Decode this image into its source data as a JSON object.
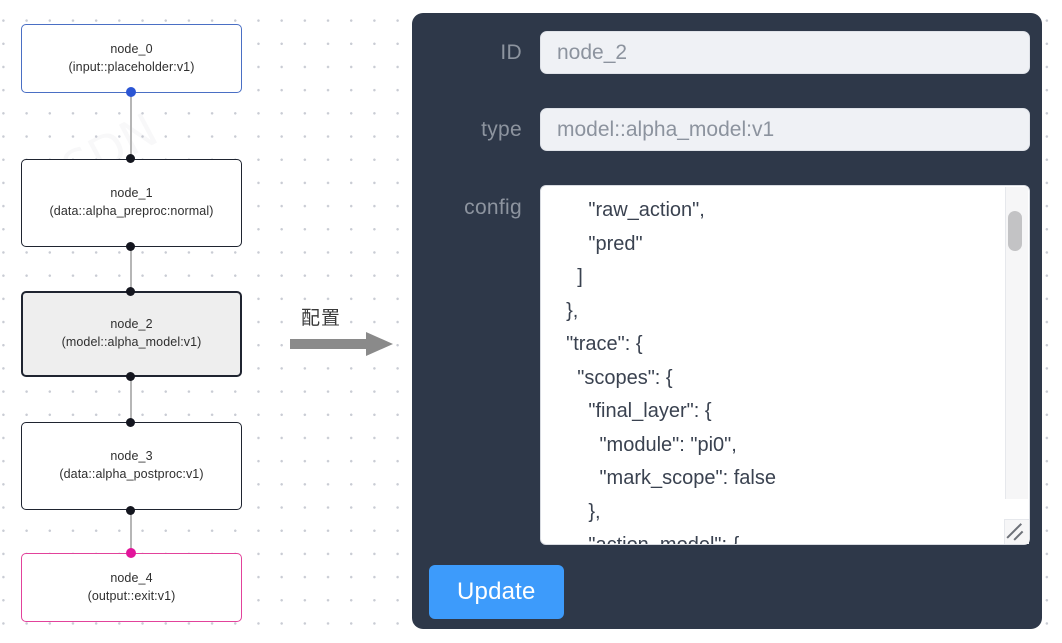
{
  "graph": {
    "nodes": [
      {
        "id": "node_0",
        "label": "node_0\n(input::placeholder:v1)",
        "kind": "input",
        "selected": false
      },
      {
        "id": "node_1",
        "label": "node_1\n(data::alpha_preproc:normal)",
        "kind": "default",
        "selected": false
      },
      {
        "id": "node_2",
        "label": "node_2\n(model::alpha_model:v1)",
        "kind": "default",
        "selected": true
      },
      {
        "id": "node_3",
        "label": "node_3\n(data::alpha_postproc:v1)",
        "kind": "default",
        "selected": false
      },
      {
        "id": "node_4",
        "label": "node_4\n(output::exit:v1)",
        "kind": "output",
        "selected": false
      }
    ],
    "edges": [
      {
        "from": "node_0",
        "to": "node_1"
      },
      {
        "from": "node_1",
        "to": "node_2"
      },
      {
        "from": "node_2",
        "to": "node_3"
      },
      {
        "from": "node_3",
        "to": "node_4"
      }
    ],
    "colors": {
      "input_border": "#4a6fc4",
      "output_border": "#e2429b",
      "default_border": "#1f2430",
      "selected_fill": "#eeeeee",
      "edge": "#b6b6b6",
      "handle_default": "#14161f",
      "handle_input": "#2b55d4",
      "handle_output": "#e2159b"
    }
  },
  "transition": {
    "caption": "配置",
    "arrow_icon": "arrow-right-icon",
    "arrow_color": "#8a8a8a"
  },
  "panel": {
    "background": "#2e3849",
    "fields": [
      {
        "key": "id",
        "label": "ID",
        "value": "node_2"
      },
      {
        "key": "type",
        "label": "type",
        "value": "model::alpha_model:v1"
      }
    ],
    "config": {
      "label": "config",
      "value": "      \"raw_action\",\n      \"pred\"\n    ]\n  },\n  \"trace\": {\n    \"scopes\": {\n      \"final_layer\": {\n        \"module\": \"pi0\",\n        \"mark_scope\": false\n      },\n      \"action_model\": {",
      "scroll_position": "middle",
      "resizable": true
    },
    "update_button": {
      "label": "Update",
      "color": "#3d9bfb"
    }
  }
}
